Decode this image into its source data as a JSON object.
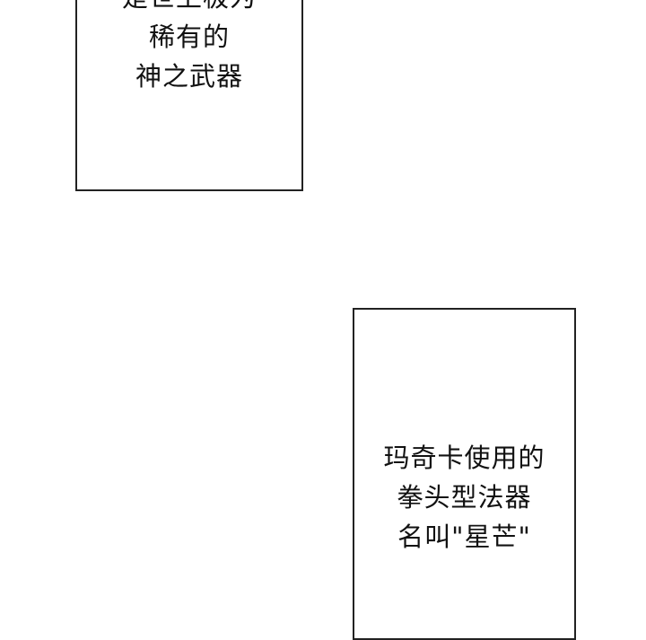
{
  "panels": [
    {
      "lines": [
        "是世上极为",
        "稀有的",
        "神之武器"
      ]
    },
    {
      "lines": [
        "玛奇卡使用的",
        "拳头型法器",
        "名叫\"星芒\""
      ]
    }
  ]
}
